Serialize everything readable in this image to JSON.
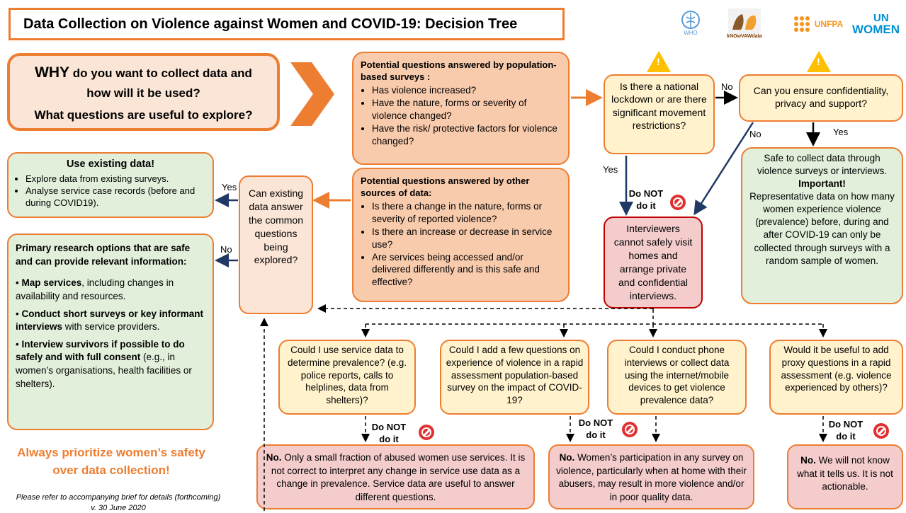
{
  "title": "Data Collection on Violence against Women and COVID-19: Decision Tree",
  "logos": {
    "who": "WHO",
    "kwd": "kNOwVAWdata",
    "unfpa": "UNFPA",
    "unwomen_top": "UN",
    "unwomen_bottom": "WOMEN"
  },
  "why": {
    "why_word": "WHY",
    "line1_rest": " do you want to collect data and",
    "line2": "how will it be used?",
    "line3": "What questions are useful to explore?"
  },
  "pop_surveys": {
    "heading": "Potential questions answered by population-based surveys :",
    "items": [
      "Has violence increased?",
      "Have the nature, forms or severity of violence changed?",
      "Have the risk/ protective factors for violence changed?"
    ]
  },
  "other_sources": {
    "heading": "Potential questions answered by other sources of data:",
    "items": [
      "Is there a change in the nature, forms or severity of reported violence?",
      "Is there an increase or decrease in service use?",
      "Are services being accessed and/or delivered differently and is this safe and effective?"
    ]
  },
  "lockdown": {
    "text": "Is there a national lockdown or are there significant movement restrictions?"
  },
  "confidentiality": {
    "text": "Can you ensure confidentiality, privacy and support?"
  },
  "safe_collect": {
    "line1": "Safe to collect data through violence surveys or interviews.",
    "important": "Important!",
    "line2": "Representative data on how many women experience violence (prevalence) before, during and after COVID-19 can only be collected through surveys with a random sample of women."
  },
  "existing": {
    "heading": "Use existing data!",
    "items": [
      "Explore data from existing surveys.",
      "Analyse service case records (before and during COVID19)."
    ]
  },
  "can_existing": {
    "text": "Can existing data answer the common questions being explored?"
  },
  "primary": {
    "heading": "Primary research options that are safe and can provide relevant information:",
    "i1_bold": "Map services",
    "i1_rest": ", including changes in availability and resources.",
    "i2_bold": "Conduct short surveys or key informant interviews",
    "i2_rest": " with service providers.",
    "i3_bold": "Interview survivors if possible to do safely and with full consent",
    "i3_rest": " (e.g., in women’s organisations, health facilities or shelters)."
  },
  "interviewers": {
    "text": "Interviewers cannot safely visit homes and arrange private and confidential interviews."
  },
  "q1": {
    "text": "Could I use service data to determine prevalence? (e.g. police reports, calls to helplines, data from shelters)?"
  },
  "q2": {
    "text": "Could I add a few questions on experience of violence in a rapid assessment population-based survey on the impact of COVID-19?"
  },
  "q3": {
    "text": "Could I conduct phone interviews or collect data using the internet/mobile devices to get violence prevalence data?"
  },
  "q4": {
    "text": "Would it be useful to add proxy questions in a rapid assessment (e.g. violence experienced by others)?"
  },
  "no1": {
    "bold": "No.",
    "rest": " Only a small fraction of abused women use services. It is not correct to interpret any change in service use data as a change in prevalence. Service data are useful to answer different questions."
  },
  "no2": {
    "bold": "No.",
    "rest": " Women’s participation in any survey on violence, particularly when at home with their abusers, may result in more violence and/or in poor quality data."
  },
  "no3": {
    "bold": "No.",
    "rest": " We will not know what it tells us. It is not actionable."
  },
  "labels": {
    "yes": "Yes",
    "no": "No",
    "donot1": "Do NOT",
    "donot2": "do it"
  },
  "footer": {
    "priority": "Always prioritize women’s safety over data collection!",
    "note": "Please refer to accompanying brief for details (forthcoming)",
    "version": "v. 30 June 2020"
  }
}
